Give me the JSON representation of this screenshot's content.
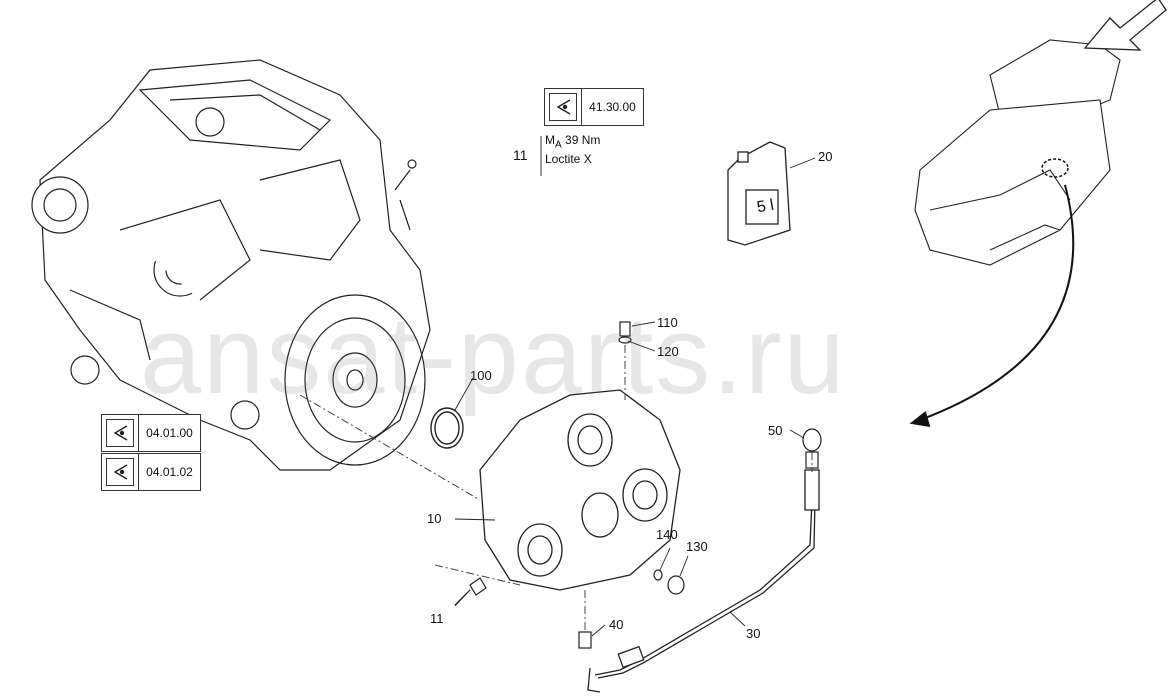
{
  "references": [
    {
      "code": "41.30.00"
    },
    {
      "code": "04.01.00"
    },
    {
      "code": "04.01.02"
    }
  ],
  "torque_note": {
    "callout": "11",
    "torque_symbol": "M",
    "torque_subscript": "A",
    "torque_value": "39 Nm",
    "compound": "Loctite X"
  },
  "oil_can_label": "5 l",
  "callouts": [
    "10",
    "11",
    "20",
    "30",
    "40",
    "50",
    "100",
    "110",
    "120",
    "130",
    "140"
  ],
  "watermark": "ansat-parts.ru",
  "colors": {
    "line": "#222222",
    "watermark": "#999999",
    "arrow": "#111111"
  },
  "icons": [
    "eye-icon",
    "arrow-icon"
  ]
}
